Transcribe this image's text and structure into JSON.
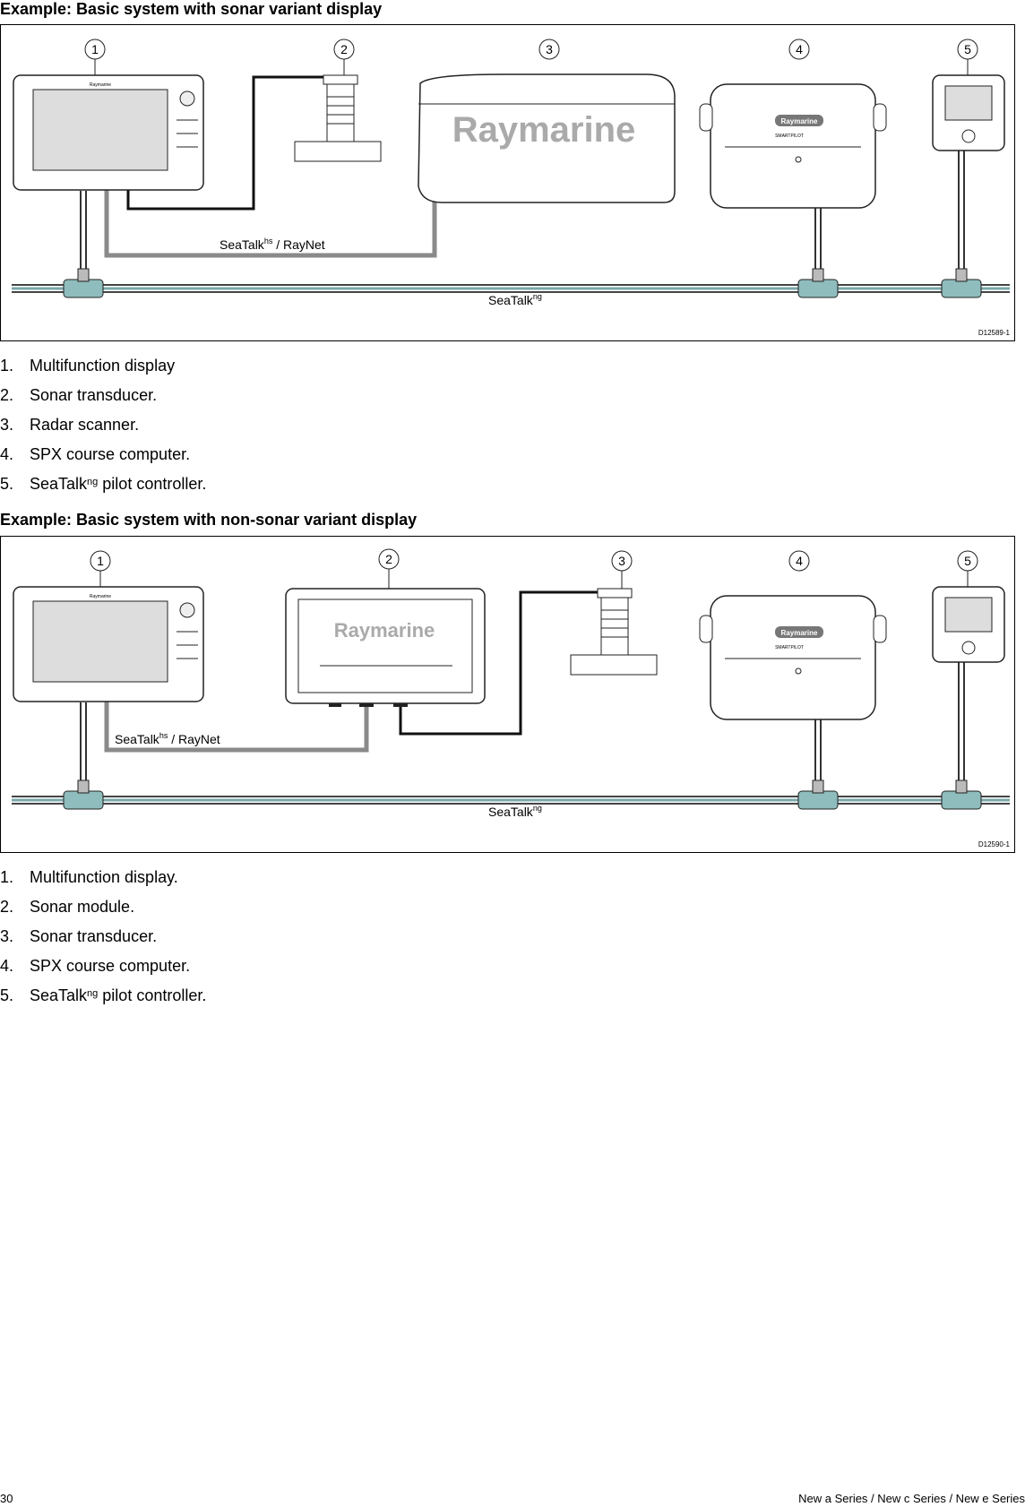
{
  "page": {
    "number": "30",
    "footer_title": "New a Series / New c Series / New e Series"
  },
  "example1": {
    "heading": "Example: Basic system with sonar variant display",
    "figure_id": "D12589-1",
    "callouts": [
      "1",
      "2",
      "3",
      "4",
      "5"
    ],
    "brand": "Raymarine",
    "pilot_badge": "SMARTPILOT",
    "network_hs": {
      "base": "SeaTalk",
      "sup": "hs",
      "rest": " / RayNet"
    },
    "network_ng": {
      "base": "SeaTalk",
      "sup": "ng"
    },
    "items": [
      {
        "num": "1.",
        "text": "Multifunction display"
      },
      {
        "num": "2.",
        "text": "Sonar transducer."
      },
      {
        "num": "3.",
        "text": "Radar scanner."
      },
      {
        "num": "4.",
        "text": "SPX course computer."
      },
      {
        "num": "5.",
        "pre": "SeaTalk",
        "sup": "ng",
        "text": " pilot controller."
      }
    ]
  },
  "example2": {
    "heading": "Example: Basic system with non-sonar variant display",
    "figure_id": "D12590-1",
    "callouts": [
      "1",
      "2",
      "3",
      "4",
      "5"
    ],
    "brand": "Raymarine",
    "pilot_badge": "SMARTPILOT",
    "network_hs": {
      "base": "SeaTalk",
      "sup": "hs",
      "rest": " / RayNet"
    },
    "network_ng": {
      "base": "SeaTalk",
      "sup": "ng"
    },
    "items": [
      {
        "num": "1.",
        "text": "Multifunction display."
      },
      {
        "num": "2.",
        "text": "Sonar module."
      },
      {
        "num": "3.",
        "text": "Sonar transducer."
      },
      {
        "num": "4.",
        "text": "SPX course computer."
      },
      {
        "num": "5.",
        "pre": "SeaTalk",
        "sup": "ng",
        "text": " pilot controller."
      }
    ]
  }
}
